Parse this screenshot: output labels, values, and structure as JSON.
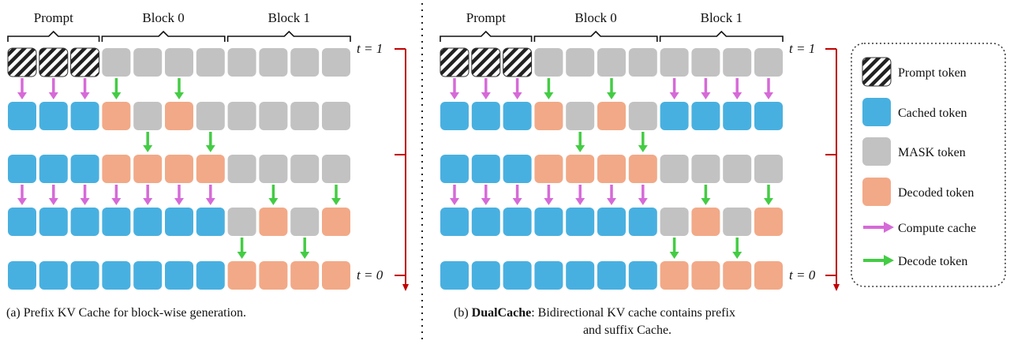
{
  "colors": {
    "cached": "#48b0e0",
    "mask": "#c2c2c2",
    "decoded": "#f2a987",
    "compute_arrow": "#d66ad8",
    "decode_arrow": "#44cc44",
    "timeline": "#c00000"
  },
  "panel_a": {
    "groups": [
      "Prompt",
      "Block 0",
      "Block 1"
    ],
    "t_top": "t = 1",
    "t_bottom": "t = 0",
    "rows": [
      "PPPMMMMMMMM",
      "CCCDMDMMMMM",
      "CCCDDDDMMMM",
      "CCCCCCCMDMD",
      "CCCCCCCDDDD"
    ],
    "arrows": [
      {
        "from_row": 0,
        "type": "compute",
        "cols": [
          0,
          1,
          2
        ]
      },
      {
        "from_row": 0,
        "type": "decode",
        "cols": [
          3,
          5
        ]
      },
      {
        "from_row": 1,
        "type": "decode",
        "cols": [
          4,
          6
        ]
      },
      {
        "from_row": 2,
        "type": "compute",
        "cols": [
          0,
          1,
          2,
          3,
          4,
          5,
          6
        ]
      },
      {
        "from_row": 2,
        "type": "decode",
        "cols": [
          8,
          10
        ]
      },
      {
        "from_row": 3,
        "type": "decode",
        "cols": [
          7,
          9
        ]
      }
    ]
  },
  "panel_b": {
    "groups": [
      "Prompt",
      "Block 0",
      "Block 1"
    ],
    "t_top": "t = 1",
    "t_bottom": "t = 0",
    "rows": [
      "PPPMMMMMMMM",
      "CCCDMDMCCCC",
      "CCCDDDDMMMM",
      "CCCCCCCMDMD",
      "CCCCCCCDDDD"
    ],
    "arrows": [
      {
        "from_row": 0,
        "type": "compute",
        "cols": [
          0,
          1,
          2
        ]
      },
      {
        "from_row": 0,
        "type": "decode",
        "cols": [
          3,
          5
        ]
      },
      {
        "from_row": 0,
        "type": "compute",
        "cols": [
          7,
          8,
          9,
          10
        ]
      },
      {
        "from_row": 1,
        "type": "decode",
        "cols": [
          4,
          6
        ]
      },
      {
        "from_row": 2,
        "type": "compute",
        "cols": [
          0,
          1,
          2,
          3,
          4,
          5,
          6
        ]
      },
      {
        "from_row": 2,
        "type": "decode",
        "cols": [
          8,
          10
        ]
      },
      {
        "from_row": 3,
        "type": "decode",
        "cols": [
          7,
          9
        ]
      }
    ]
  },
  "legend": [
    {
      "kind": "prompt",
      "label": "Prompt token"
    },
    {
      "kind": "cached",
      "label": "Cached token"
    },
    {
      "kind": "mask",
      "label": "MASK token"
    },
    {
      "kind": "decoded",
      "label": "Decoded token"
    },
    {
      "kind": "compute",
      "label": "Compute cache"
    },
    {
      "kind": "decode",
      "label": "Decode token"
    }
  ],
  "captions": {
    "a": "(a)  Prefix KV Cache for block-wise generation.",
    "b_prefix": "(b) ",
    "b_bold": "DualCache",
    "b_rest": ": Bidirectional KV cache contains prefix",
    "b_line2": "and suffix Cache."
  }
}
